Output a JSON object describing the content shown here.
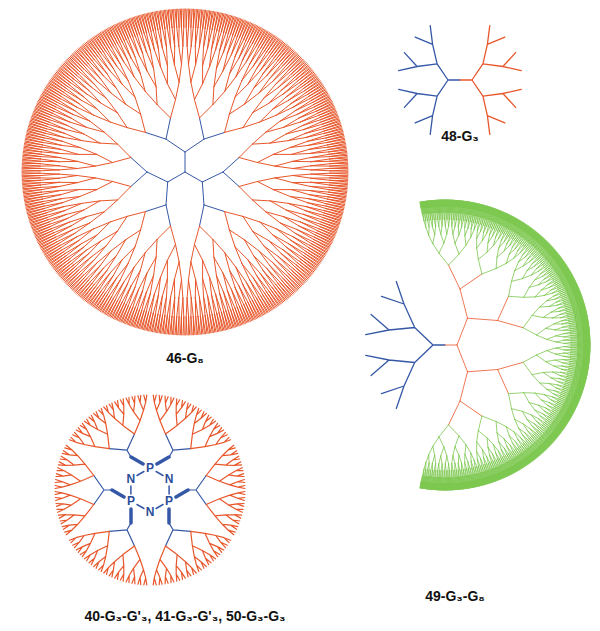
{
  "diagram": {
    "labels": [
      "46-G₈",
      "48-G₃",
      "49-G₃-G₈",
      "P",
      "N",
      "P",
      "N",
      "P",
      "N",
      "40-G₃-G'₃, 41-G₃-G'₃, 50-G₃-G₃"
    ]
  }
}
